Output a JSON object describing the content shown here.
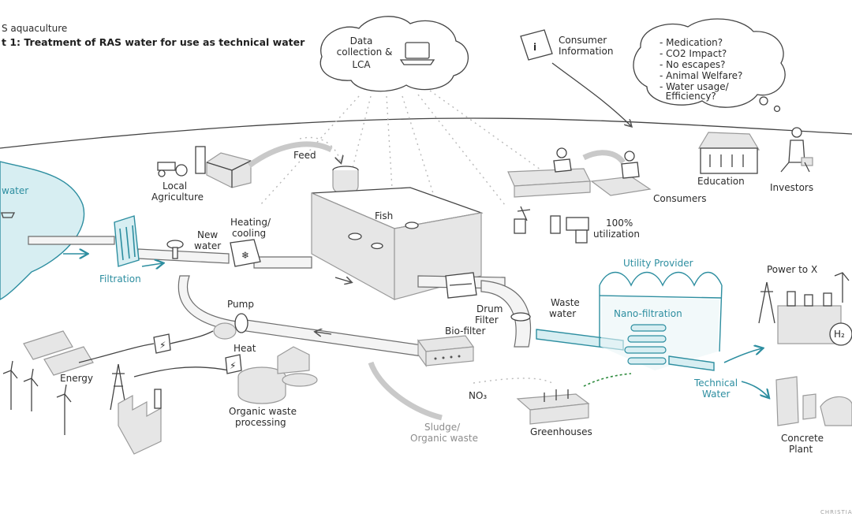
{
  "header": {
    "title_line1": "S aquaculture",
    "title_line2": "t 1: Treatment of RAS water for use as technical water"
  },
  "labels": {
    "water": "water",
    "filtration": "Filtration",
    "local": "Local",
    "agriculture": "Agriculture",
    "feed": "Feed",
    "data_l1": "Data",
    "data_l2": "collection &",
    "data_l3": "LCA",
    "consumer_l1": "Consumer",
    "consumer_l2": "Information",
    "heating_l1": "Heating/",
    "heating_l2": "cooling",
    "new_l1": "New",
    "new_l2": "water",
    "fish": "Fish",
    "pump": "Pump",
    "heat": "Heat",
    "energy": "Energy",
    "organic_l1": "Organic waste",
    "organic_l2": "processing",
    "drum_l1": "Drum",
    "drum_l2": "Filter",
    "biofilter": "Bio-filter",
    "waste_l1": "Waste",
    "waste_l2": "water",
    "utility": "Utility Provider",
    "nano": "Nano-filtration",
    "no3": "NO₃",
    "sludge_l1": "Sludge/",
    "sludge_l2": "Organic waste",
    "greenhouses": "Greenhouses",
    "technical_l1": "Technical",
    "technical_l2": "Water",
    "power": "Power to X",
    "h2": "H₂",
    "concrete_l1": "Concrete",
    "concrete_l2": "Plant",
    "consumers": "Consumers",
    "education": "Education",
    "investors": "Investors",
    "util_l1": "100%",
    "util_l2": "utilization"
  },
  "questions": [
    "- Medication?",
    "- CO2 Impact?",
    "- No escapes?",
    "- Animal Welfare?",
    "- Water usage/",
    "  Efficiency?"
  ],
  "credit": "CHRISTIA",
  "colors": {
    "accent_teal": "#2d8ea0",
    "water_fill": "#d7eef2",
    "ink": "#444444",
    "grey_arrow": "#c9c9c9"
  }
}
